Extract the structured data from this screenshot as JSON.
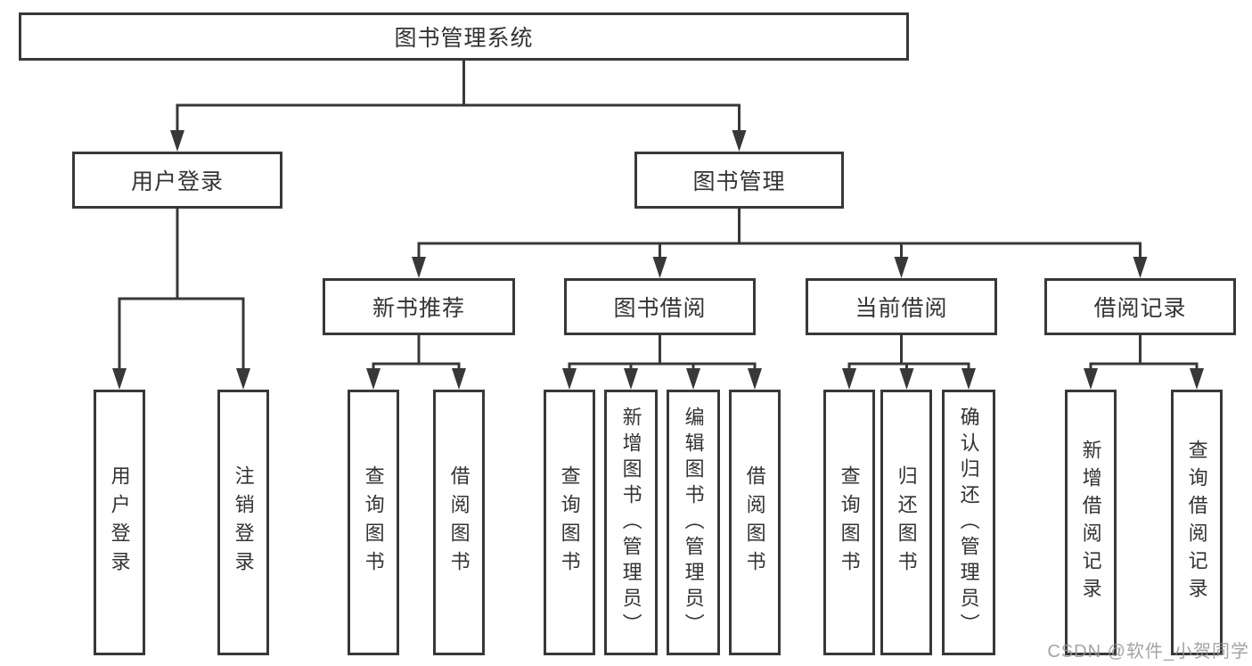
{
  "diagram": {
    "root": {
      "label": "图书管理系统"
    },
    "level2": [
      {
        "label": "用户登录",
        "children": [
          {
            "label": "用户登录"
          },
          {
            "label": "注销登录"
          }
        ]
      },
      {
        "label": "图书管理",
        "children": [
          {
            "label": "新书推荐",
            "children": [
              {
                "label": "查询图书"
              },
              {
                "label": "借阅图书"
              }
            ]
          },
          {
            "label": "图书借阅",
            "children": [
              {
                "label": "查询图书"
              },
              {
                "label": "新增图书（管理员）"
              },
              {
                "label": "编辑图书（管理员）"
              },
              {
                "label": "借阅图书"
              }
            ]
          },
          {
            "label": "当前借阅",
            "children": [
              {
                "label": "查询图书"
              },
              {
                "label": "归还图书"
              },
              {
                "label": "确认归还（管理员）"
              }
            ]
          },
          {
            "label": "借阅记录",
            "children": [
              {
                "label": "新增借阅记录"
              },
              {
                "label": "查询借阅记录"
              }
            ]
          }
        ]
      }
    ]
  },
  "watermark": {
    "text": "CSDN @软件_小贺同学"
  },
  "colors": {
    "line": "#383838",
    "box_border": "#383838",
    "text": "#333333",
    "watermark": "#949494",
    "background": "#ffffff"
  }
}
